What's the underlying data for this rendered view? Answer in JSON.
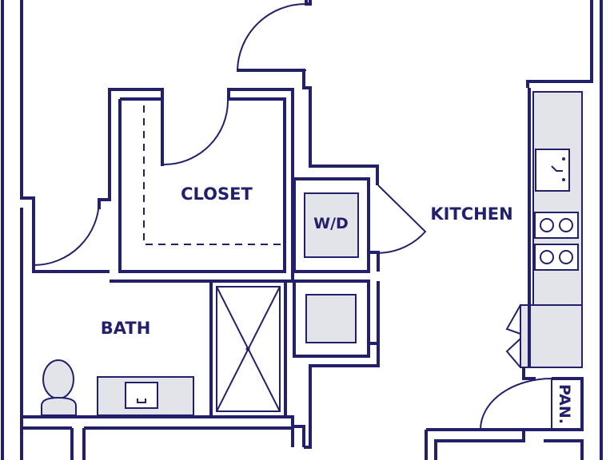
{
  "rooms": {
    "closet": "CLOSET",
    "bath": "BATH",
    "kitchen": "KITCHEN",
    "wd": "W/D",
    "pantry": "PAN."
  },
  "colors": {
    "wall": "#23206b",
    "fixture_fill": "#e3e3ea",
    "background": "#ffffff"
  }
}
